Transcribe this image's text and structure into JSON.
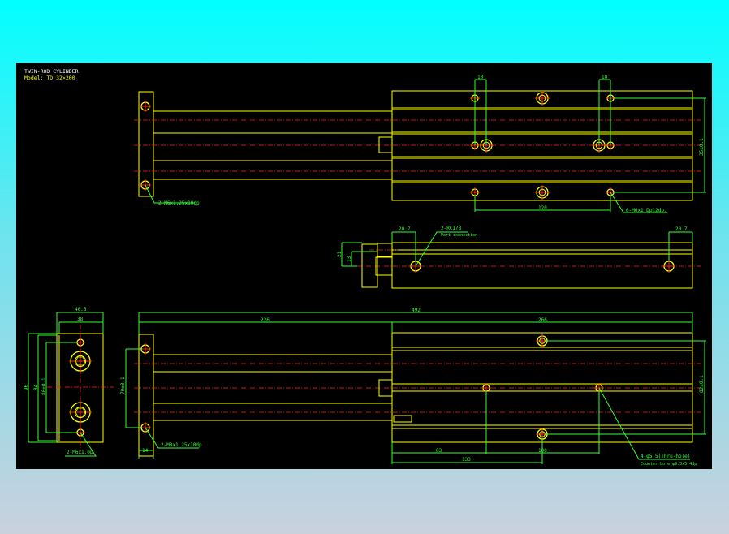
{
  "title_block": {
    "title": "TWIN-ROD CYLINDER",
    "model": "Model: TD 32×200"
  },
  "colors": {
    "background_top": "#00ffff",
    "background_bottom": "#c9d1dd",
    "canvas": "#000000",
    "outline": "#ffff00",
    "dimension": "#33ff33",
    "centerline": "#ff2020"
  },
  "top_view": {
    "dim_spacing_left": "10",
    "dim_spacing_right": "10",
    "dim_height": "35±0.1",
    "dim_hole_pitch": "120",
    "note_mount_holes": "6-M6x1 Dp12dp.",
    "note_flange_holes": "2-M6x1.25x10dp"
  },
  "side_view": {
    "dim_port_left": "20.7",
    "dim_port_right": "20.7",
    "dim_height_21": "21",
    "dim_height_13": "13",
    "note_port": "2-RC1/8",
    "note_port_sub": "Port connection"
  },
  "end_view": {
    "dim_width_outer": "40.5",
    "dim_width_inner": "38",
    "dim_height_96": "96",
    "dim_height_84": "84",
    "dim_height_80": "80±0.1",
    "note_holes": "2-M6x1.0p"
  },
  "front_view": {
    "dim_total": "492",
    "dim_rod_section": "226",
    "dim_body": "266",
    "dim_flange_pitch": "70±0.1",
    "dim_flange_thickness": "14",
    "note_flange_holes": "2-M8x1.25x10dp",
    "dim_height": "82±0.1",
    "dim_83": "83",
    "dim_100": "100",
    "dim_133": "133",
    "note_thru": "4-φ5.5(Thru-hole)",
    "note_counterbore": "Counter bore φ9.5x5.4dp"
  }
}
